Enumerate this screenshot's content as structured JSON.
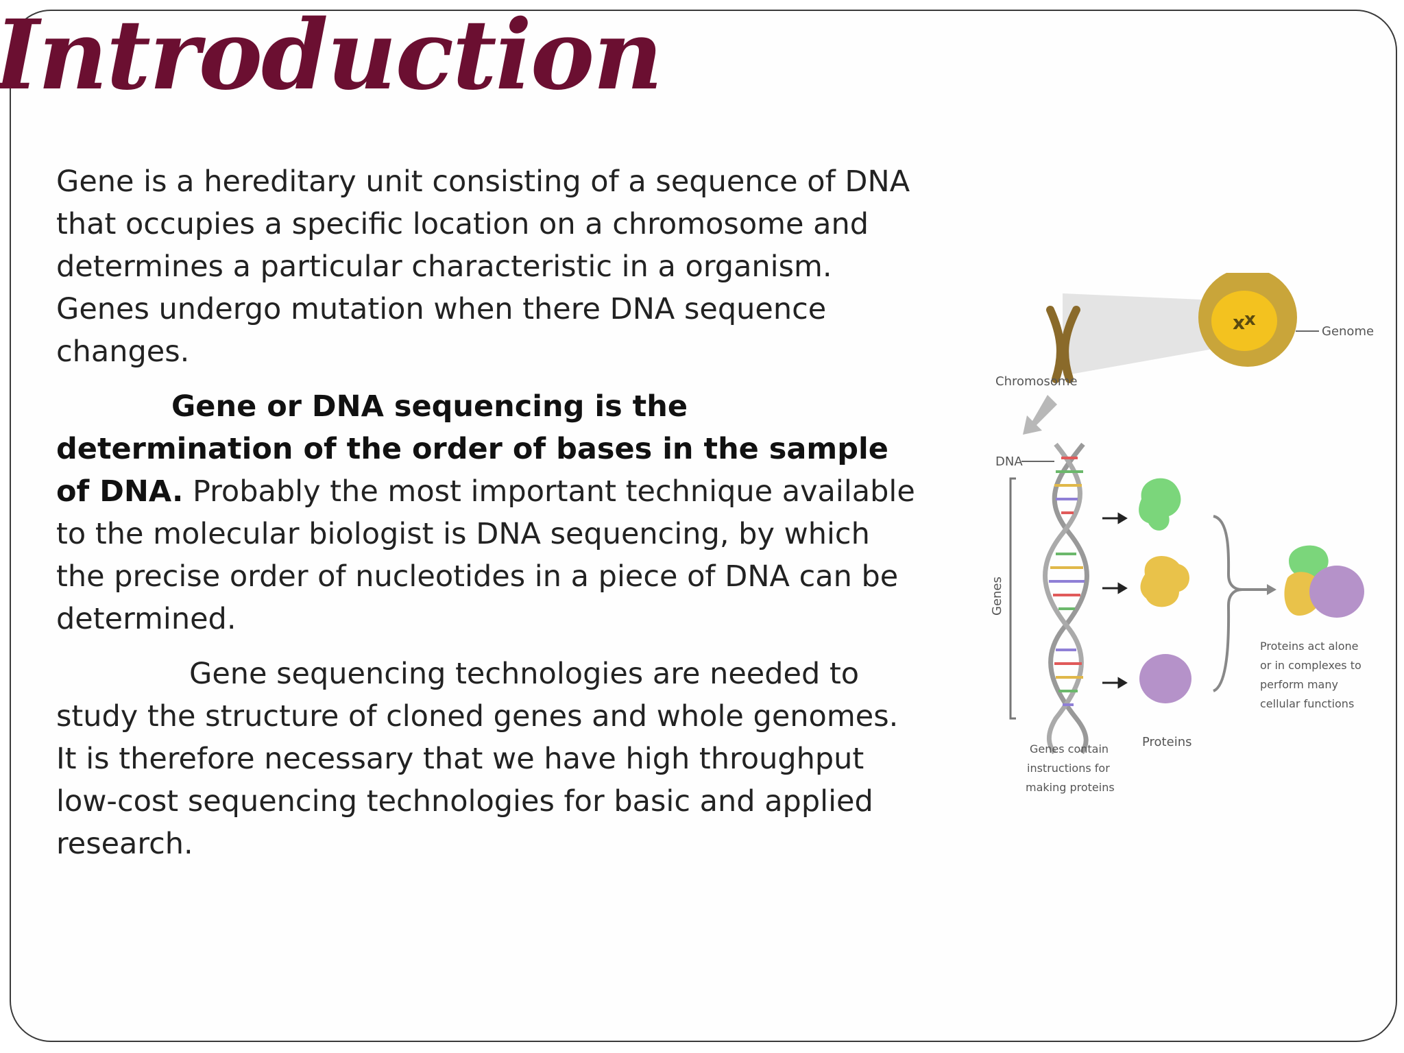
{
  "slide": {
    "title": "Introduction",
    "paragraph1": "Gene is a hereditary unit consisting of a sequence of DNA that occupies a specific location on a chromosome and determines a particular characteristic in a organism. Genes undergo mutation when there DNA sequence changes.",
    "paragraph2_bold": "Gene or DNA sequencing is the determination of the order of bases in  the sample of DNA.",
    "paragraph2_rest": " Probably the most important technique available to the molecular biologist is DNA sequencing, by which the precise order of nucleotides in a piece of DNA can be determined.",
    "paragraph3": "Gene sequencing technologies  are needed to study the structure of cloned genes and whole genomes. It is therefore necessary that we have high throughput low-cost sequencing technologies for basic and applied research."
  },
  "diagram": {
    "label_genome": "Genome",
    "label_chromosome": "Chromosome",
    "label_dna": "DNA",
    "label_genes": "Genes",
    "label_proteins": "Proteins",
    "caption_genes_line1": "Genes contain",
    "caption_genes_line2": "instructions for",
    "caption_genes_line3": "making proteins",
    "caption_proteins_line1": "Proteins act alone",
    "caption_proteins_line2": "or in complexes to",
    "caption_proteins_line3": "perform many",
    "caption_proteins_line4": "cellular functions",
    "colors": {
      "title": "#6b0f31",
      "cell": "#c9a53a",
      "nucleus": "#f3c21f",
      "chromosome": "#8a6a2a",
      "protein_green": "#7bd67b",
      "protein_yellow": "#e9c24a",
      "protein_purple": "#b592c9"
    }
  }
}
